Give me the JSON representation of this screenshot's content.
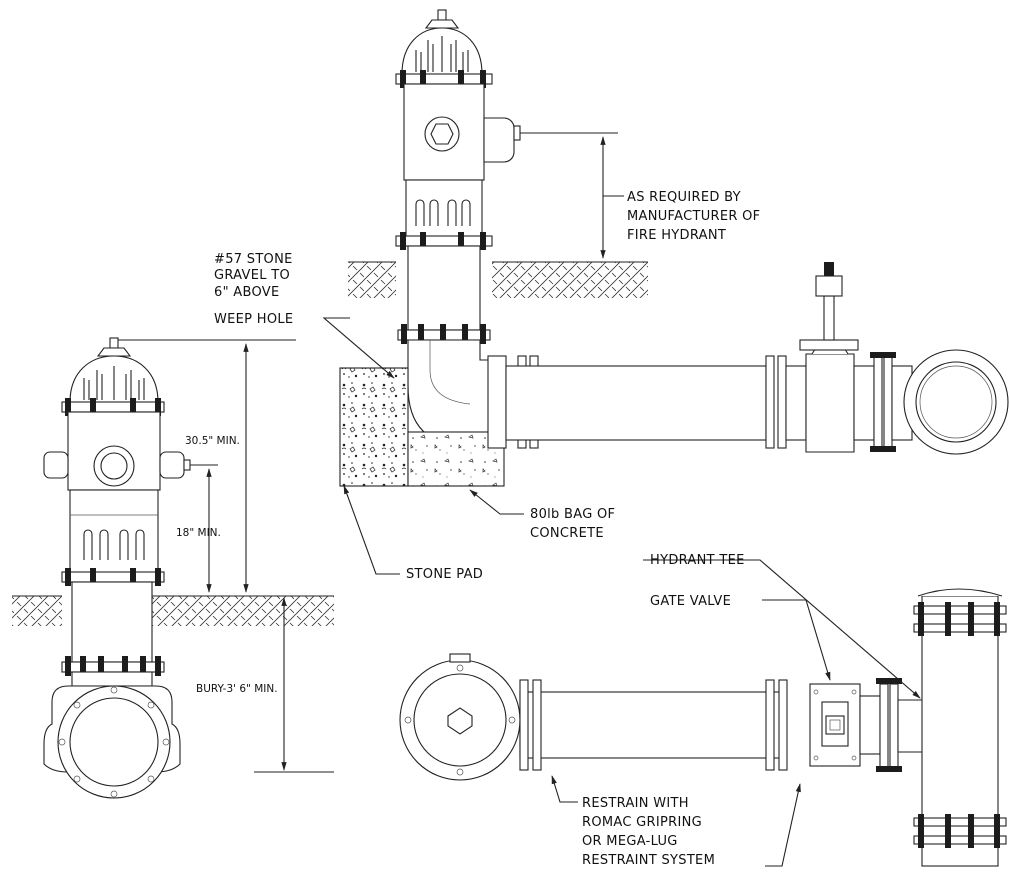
{
  "labels": {
    "stone_gravel": [
      "#57 STONE",
      "GRAVEL TO",
      "6\" ABOVE",
      "WEEP HOLE"
    ],
    "as_required": [
      "AS REQUIRED BY",
      "MANUFACTURER OF",
      "FIRE HYDRANT"
    ],
    "bag_concrete": [
      "80lb BAG OF",
      "CONCRETE"
    ],
    "stone_pad": "STONE PAD",
    "hydrant_tee": "HYDRANT TEE",
    "gate_valve": "GATE VALVE",
    "restrain": [
      "RESTRAIN WITH",
      "ROMAC GRIPRING",
      "OR MEGA-LUG",
      "RESTRAINT SYSTEM"
    ]
  },
  "dimensions": {
    "height_min": "30.5\" MIN.",
    "nozzle_min": "18\" MIN.",
    "bury_min": "BURY-3' 6\" MIN."
  }
}
